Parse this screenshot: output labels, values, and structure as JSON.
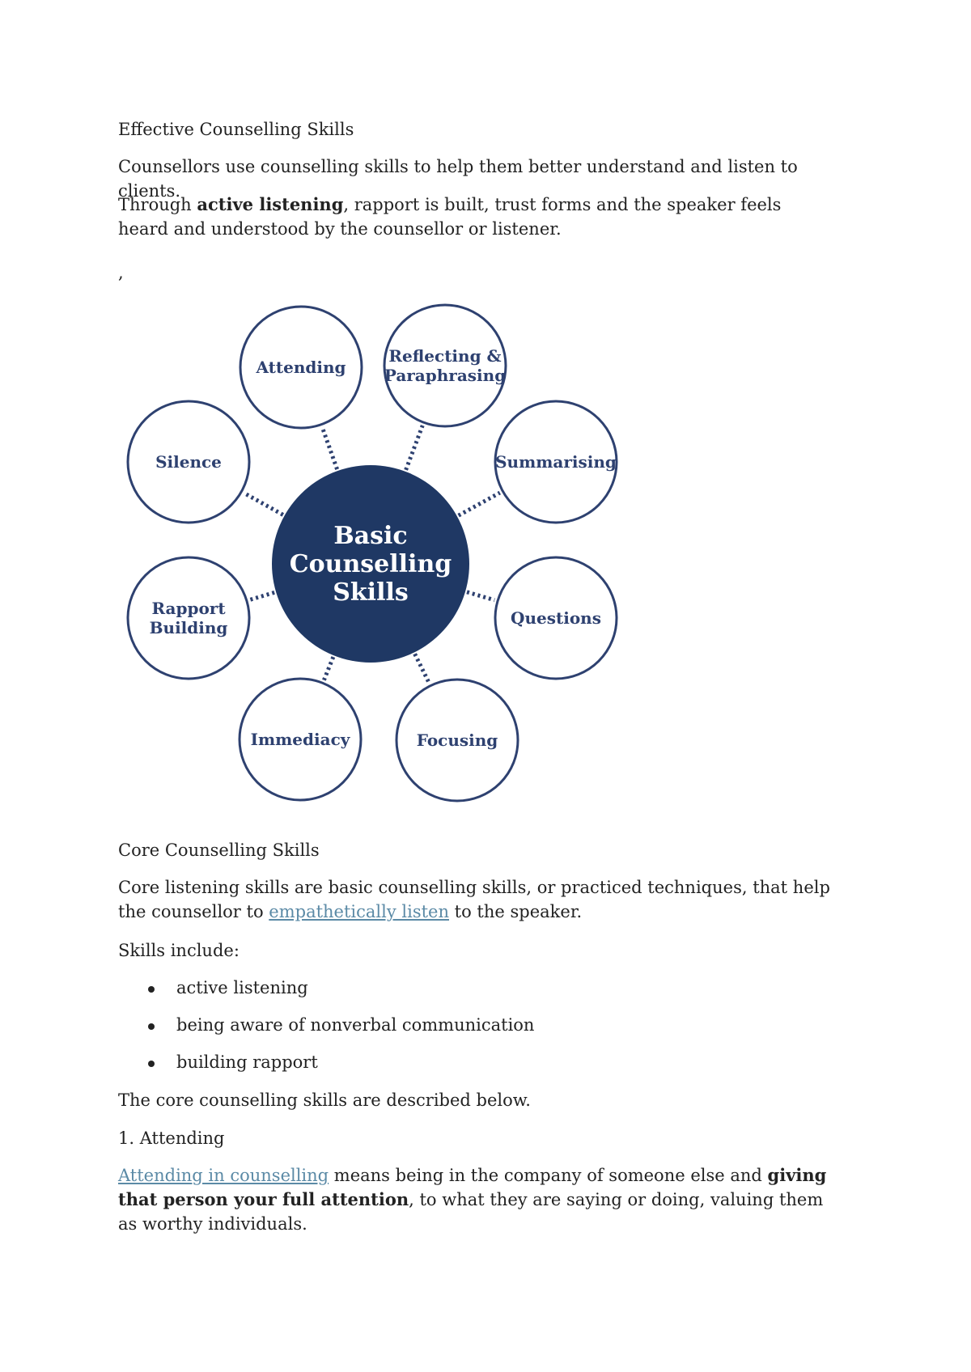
{
  "doc": {
    "title": "Effective Counselling Skills",
    "intro": "Counsellors use counselling skills to help them better understand and listen to clients.",
    "p2": {
      "pre": "Through ",
      "bold": "active listening",
      "post": ", rapport is built, trust forms and the speaker feels heard and understood by the counsellor or listener."
    },
    "stray_mark": ",",
    "diagram": {
      "center_lines": [
        "Basic",
        "Counselling",
        "Skills"
      ],
      "nodes": [
        {
          "lines": [
            "Attending"
          ]
        },
        {
          "lines": [
            "Reflecting &",
            "Paraphrasing"
          ]
        },
        {
          "lines": [
            "Summarising"
          ]
        },
        {
          "lines": [
            "Questions"
          ]
        },
        {
          "lines": [
            "Focusing"
          ]
        },
        {
          "lines": [
            "Immediacy"
          ]
        },
        {
          "lines": [
            "Rapport",
            "Building"
          ]
        },
        {
          "lines": [
            "Silence"
          ]
        }
      ],
      "colors": {
        "navy": "#1f3864",
        "outline": "#2e4170",
        "text": "#2e4170"
      }
    },
    "core_heading": "Core Counselling Skills",
    "core_p": {
      "pre": "Core listening skills are basic counselling skills, or practiced techniques, that help the counsellor to ",
      "link": "empathetically listen",
      "post": " to the speaker."
    },
    "skills_include": "Skills include:",
    "bullets": [
      "active listening",
      "being aware of nonverbal communication",
      "building rapport"
    ],
    "core_described": "The core counselling skills are described below.",
    "attending_heading": "1. Attending",
    "attending_p": {
      "link": "Attending in counselling",
      "mid": " means being in the company of someone else and ",
      "bold": "giving that person your full attention",
      "post": ", to what they are saying or doing, valuing them as worthy individuals."
    },
    "link_color": "#5b8aa6"
  }
}
